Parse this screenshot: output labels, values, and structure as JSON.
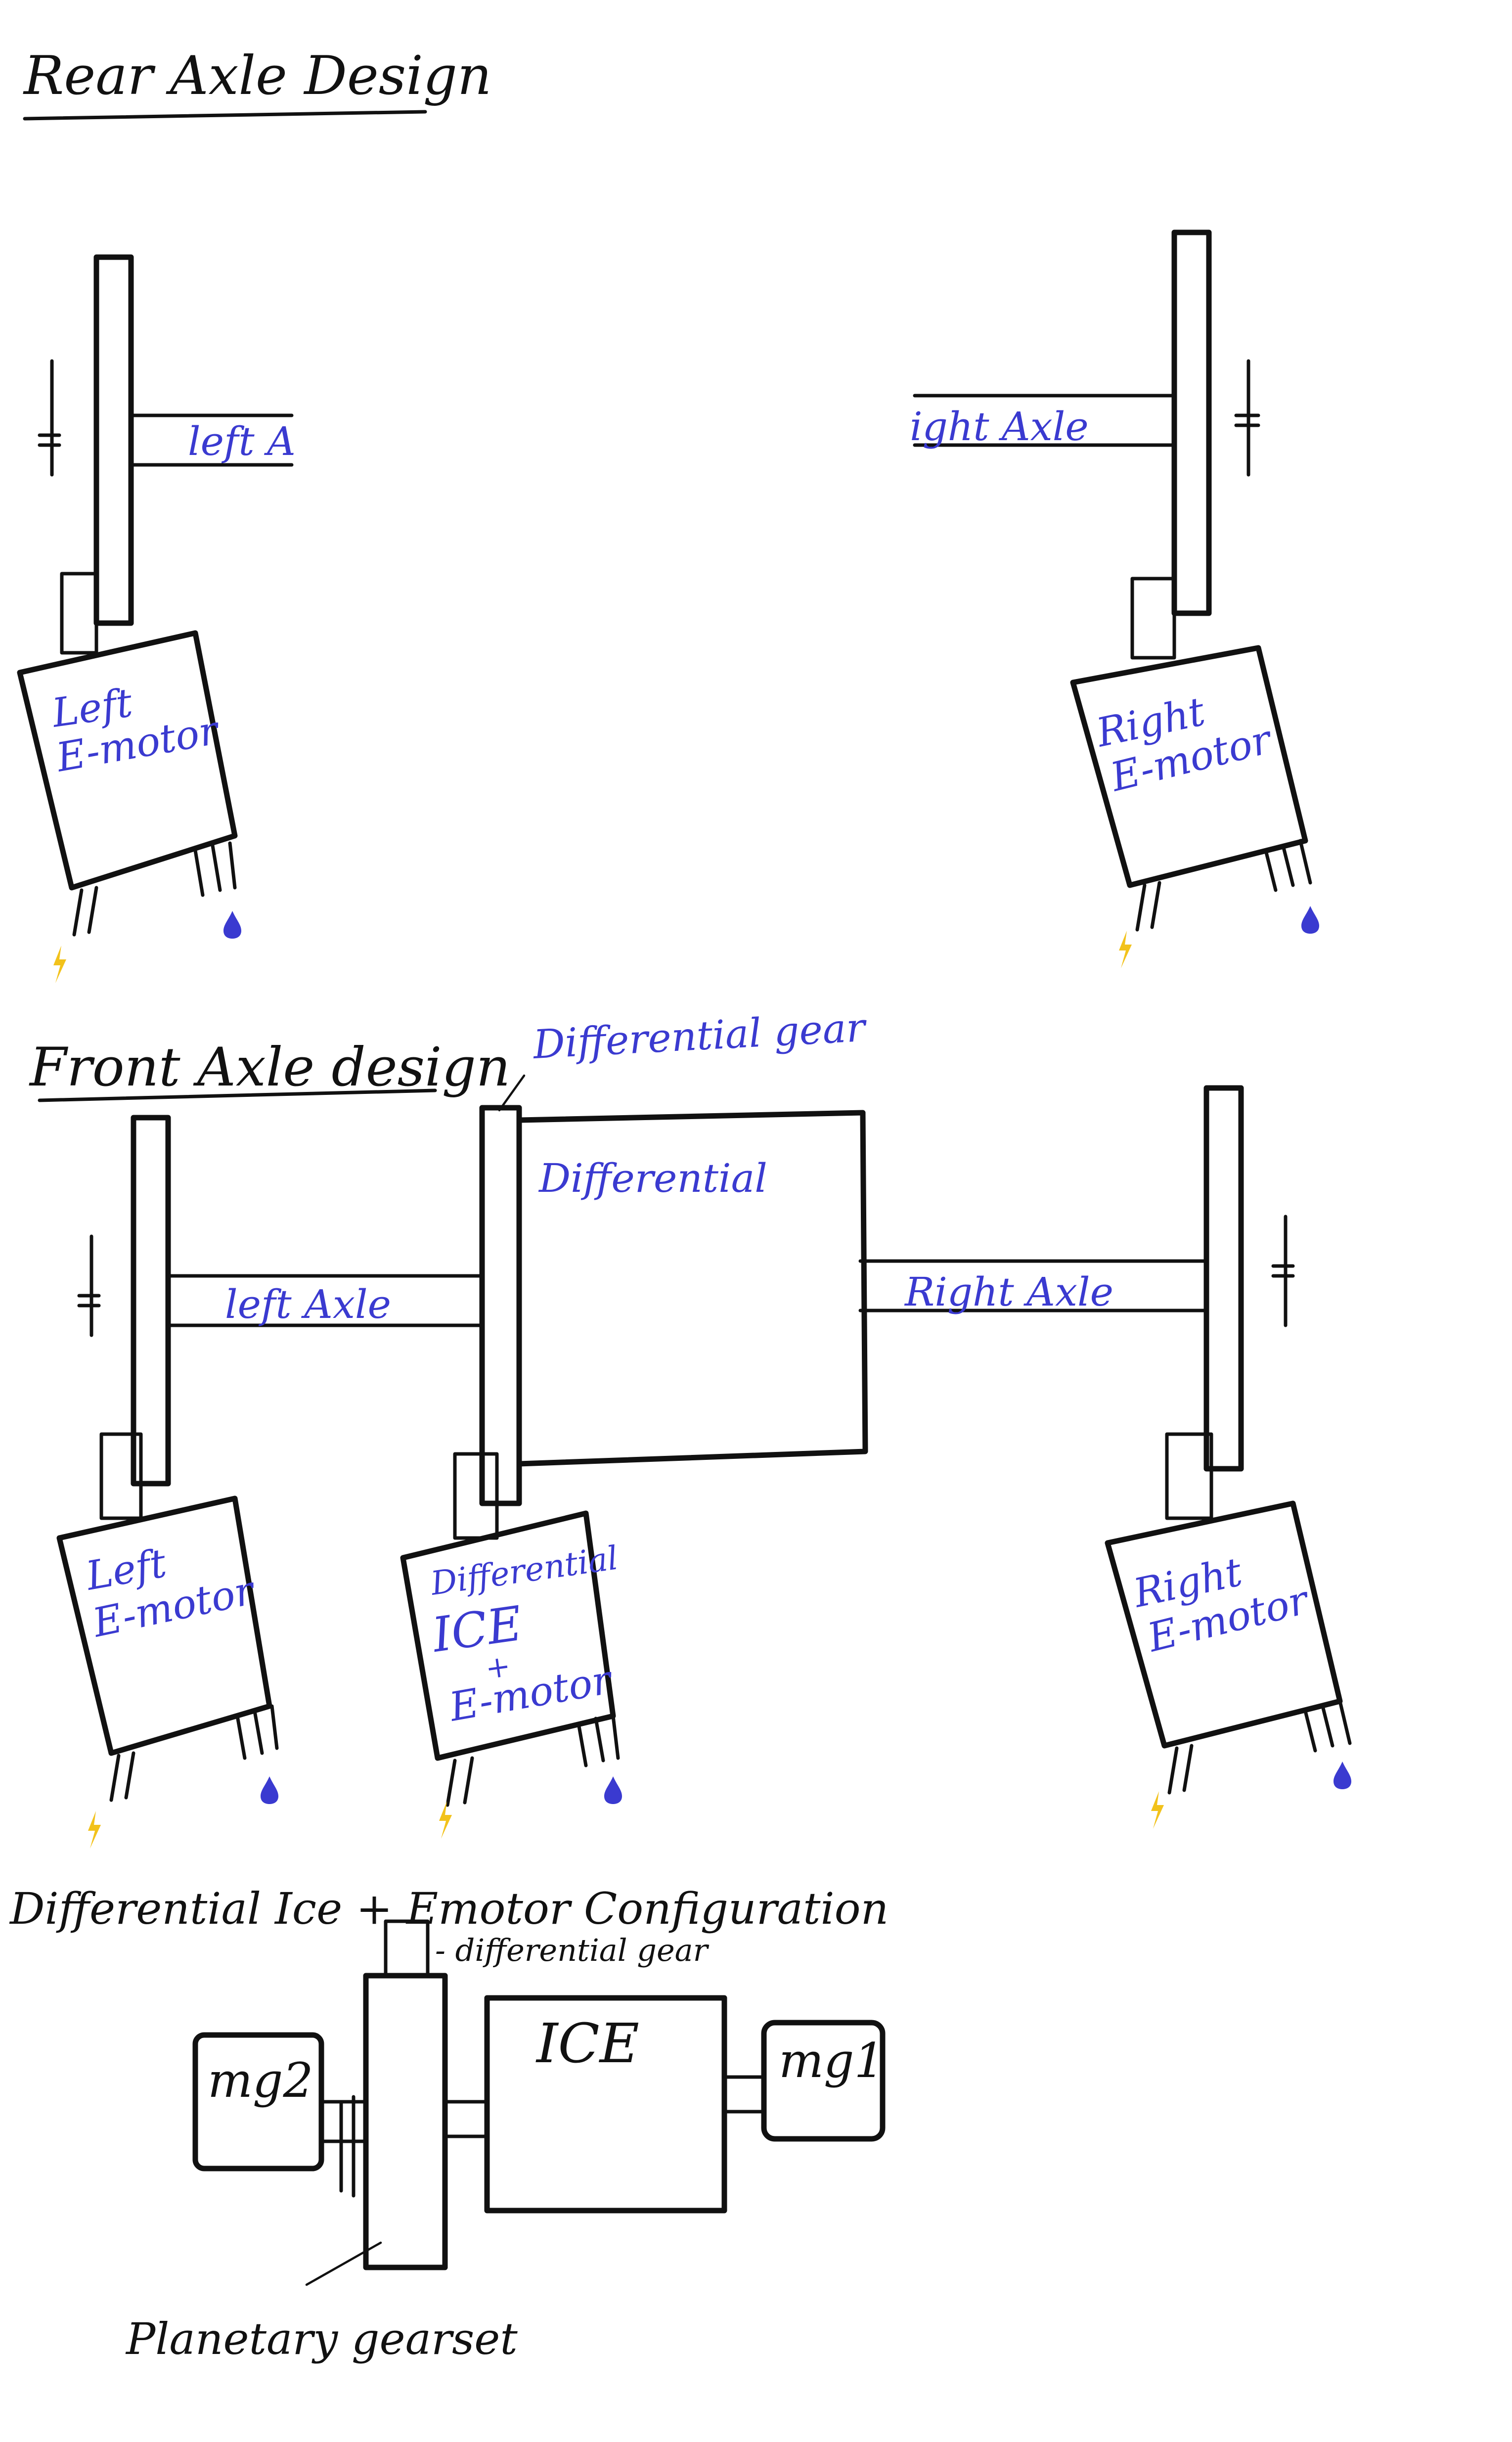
{
  "sections": {
    "rear_title": "Rear Axle Design",
    "front_title": "Front Axle design",
    "config_title": "Differential Ice + Emotor Configuration"
  },
  "rear": {
    "left_axle": "left A",
    "right_axle": "ight Axle",
    "left_motor_line1": "Left",
    "left_motor_line2": "E-motor",
    "right_motor_line1": "Right",
    "right_motor_line2": "E-motor"
  },
  "front": {
    "differential_gear": "Differential gear",
    "differential": "Differential",
    "left_axle": "left Axle",
    "right_axle": "Right Axle",
    "left_motor_line1": "Left",
    "left_motor_line2": "E-motor",
    "center_motor_line1": "Differential",
    "center_motor_line2": "ICE",
    "center_motor_line3": "+",
    "center_motor_line4": "E-motor",
    "right_motor_line1": "Right",
    "right_motor_line2": "E-motor"
  },
  "config": {
    "differential_gear": "- differential gear",
    "ice": "ICE",
    "mg1": "mg1",
    "mg2": "mg2",
    "planetary": "Planetary gearset"
  },
  "icons": {
    "power": "lightning-bolt",
    "coolant": "water-drop"
  },
  "colors": {
    "ink": "#111111",
    "blue_label": "#3a3ad0",
    "bolt": "#f2c21b",
    "drop": "#3a3ad0"
  }
}
